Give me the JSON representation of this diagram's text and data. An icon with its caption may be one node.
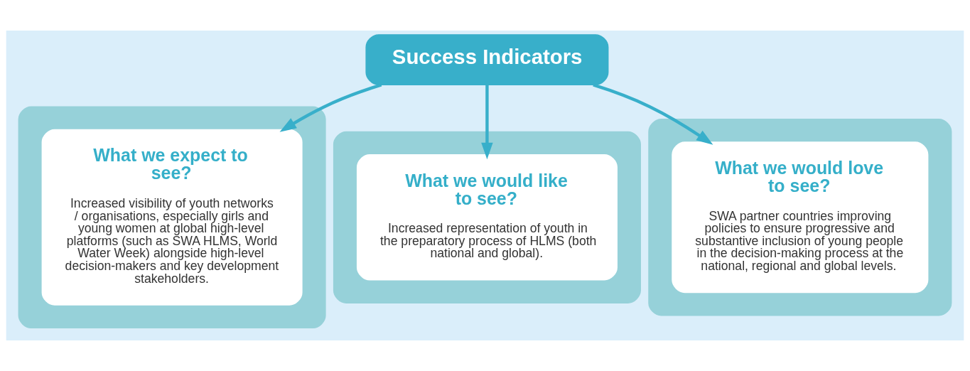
{
  "diagram": {
    "nodes": [
      {
        "text": [
          "Success Indicators"
        ]
      },
      {
        "text": [],
        "shape": "box"
      },
      {
        "text": [
          "What we expect to see?",
          "Increased visibility of youth networks / organisations, especially girls and young women at global high-level platforms (such as SWA HLMS, World Water Week) alongside high-level decision-makers and key development stakeholders."
        ],
        "in": 1
      },
      {
        "text": [],
        "shape": "box"
      },
      {
        "text": [
          "What we would like to see?",
          "Increased representation of youth in the preparatory process of HLMS (both national and global)."
        ],
        "in": 3
      },
      {
        "text": [],
        "shape": "box"
      },
      {
        "text": [
          "What we would love to see?",
          "SWA partner countries improving policies to ensure progressive and substantive inclusion of young people in the decision-making process at the national, regional and global levels."
        ],
        "in": 5
      }
    ],
    "edges": [
      {
        "from": 0,
        "to": 2,
        "arrow": "to"
      },
      {
        "from": 0,
        "to": 4,
        "arrow": "to"
      },
      {
        "from": 0,
        "to": 6,
        "arrow": "to"
      }
    ]
  }
}
